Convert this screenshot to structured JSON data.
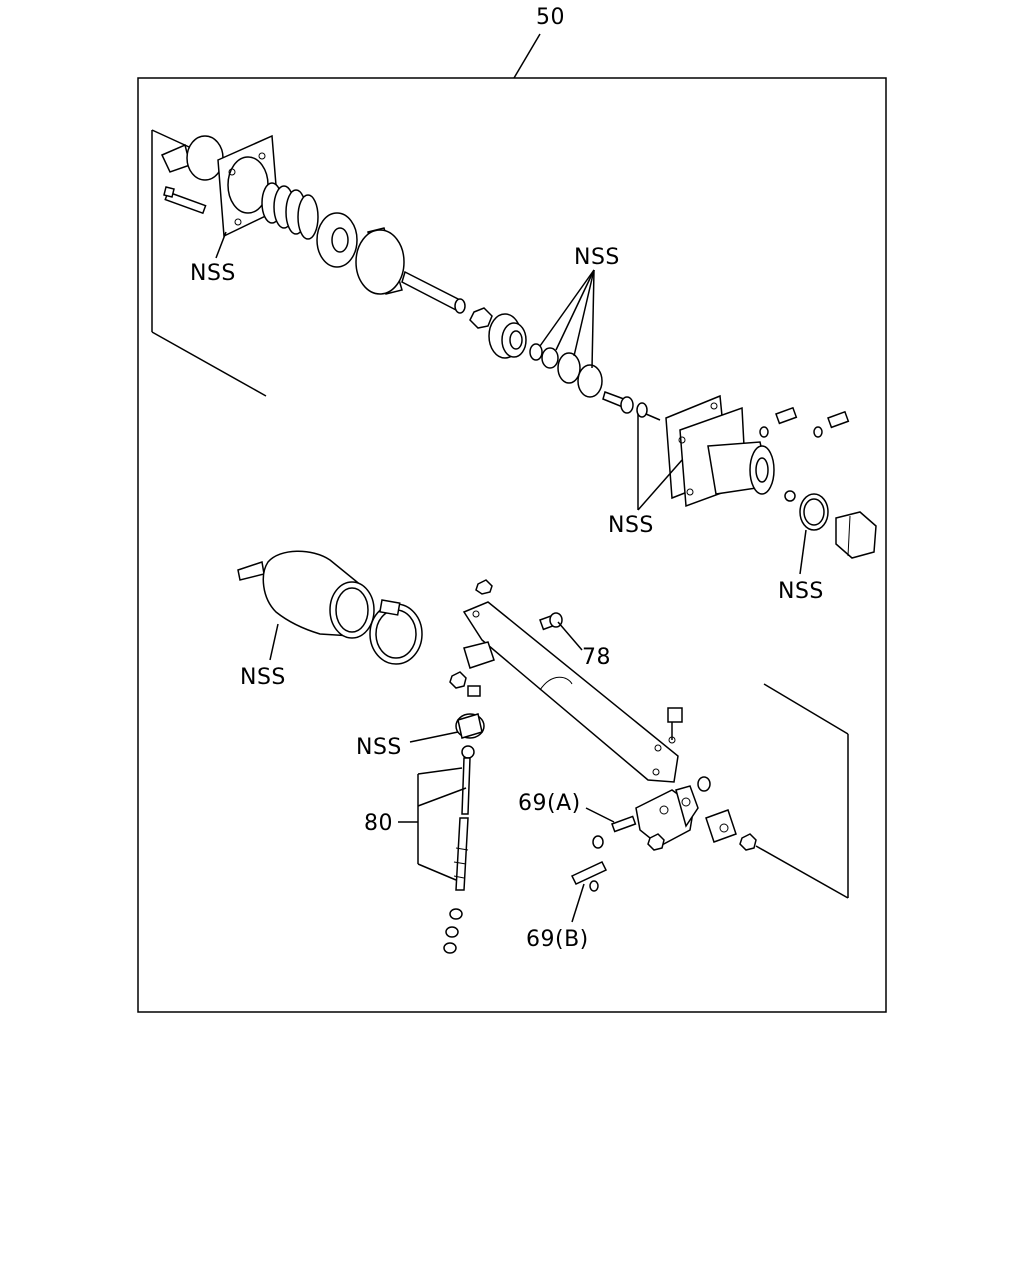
{
  "diagram": {
    "labels": {
      "assembly": "50",
      "nss_top_left": "NSS",
      "nss_top_center": "NSS",
      "nss_mid_right": "NSS",
      "nss_right": "NSS",
      "nss_boot": "NSS",
      "nss_bushing": "NSS",
      "p78": "78",
      "p80": "80",
      "p69a": "69(A)",
      "p69b": "69(B)"
    }
  }
}
